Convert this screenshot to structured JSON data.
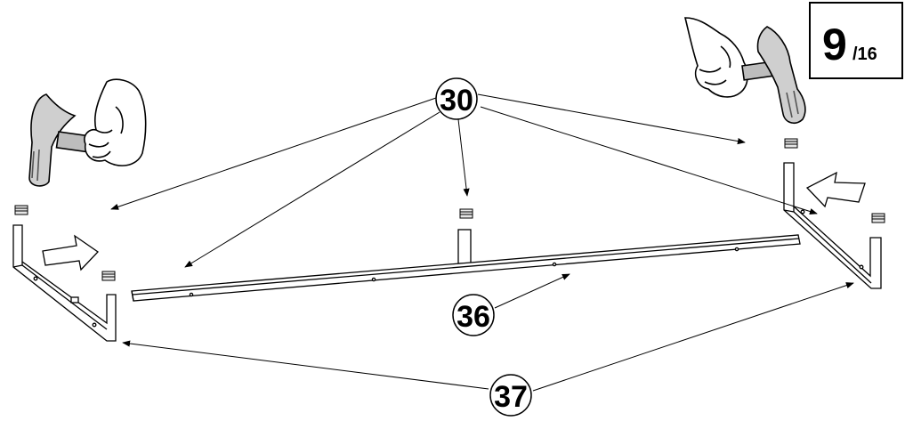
{
  "step": {
    "current": "9",
    "total": "/16"
  },
  "callouts": {
    "part30": "30",
    "part36": "36",
    "part37": "37"
  },
  "colors": {
    "ink": "#000000",
    "paper": "#ffffff"
  },
  "icons": [
    "hammer-icon",
    "hand-icon",
    "push-arrow-icon",
    "dowel-icon"
  ]
}
